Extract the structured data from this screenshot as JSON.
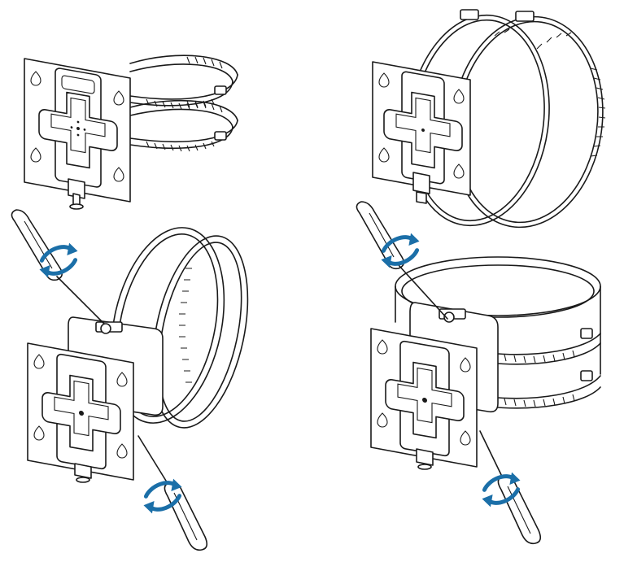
{
  "colors": {
    "line": "#1a1a1a",
    "background": "#ffffff",
    "arrow": "#1b6fa8"
  },
  "panels": [
    {
      "id": "pole-small-clamps",
      "icon": "mounting-bracket-with-small-band-clamps"
    },
    {
      "id": "pole-large-clamps",
      "icon": "mounting-bracket-with-large-band-clamps"
    },
    {
      "id": "tighten-large-device",
      "icon": "screwdriver-tighten-large-clamp"
    },
    {
      "id": "tighten-small-device",
      "icon": "screwdriver-tighten-small-clamp"
    }
  ]
}
